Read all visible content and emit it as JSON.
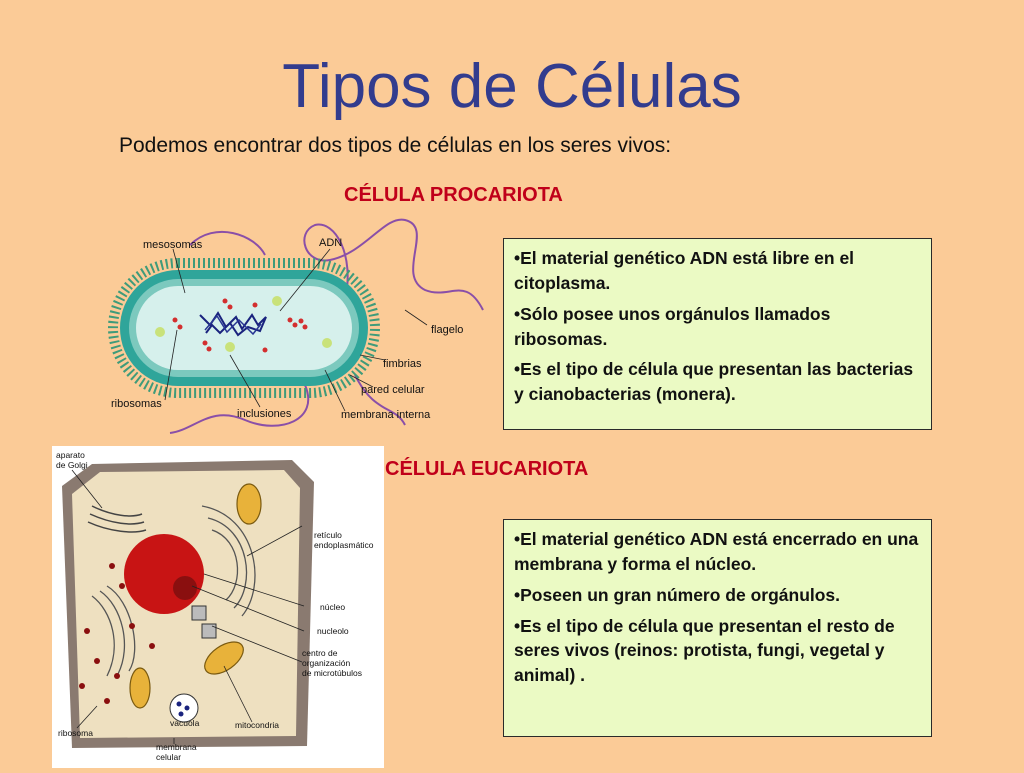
{
  "slide": {
    "title": "Tipos de Células",
    "subtitle": "Podemos encontrar dos tipos de células en los seres vivos:"
  },
  "prokaryote": {
    "heading": "CÉLULA PROCARIOTA",
    "points": [
      "•El material genético ADN está libre en el citoplasma.",
      "•Sólo posee unos orgánulos llamados ribosomas.",
      "•Es el tipo de célula que presentan las bacterias y cianobacterias (monera)."
    ],
    "diagram_labels": {
      "mesosomas": "mesosomas",
      "adn": "ADN",
      "flagelo": "flagelo",
      "fimbrias": "fimbrias",
      "pared": "pared celular",
      "ribosomas": "ribosomas",
      "inclusiones": "inclusiones",
      "membrana": "membrana interna"
    }
  },
  "eukaryote": {
    "heading": "CÉLULA EUCARIOTA",
    "points": [
      "•El material genético ADN está encerrado en una membrana y forma el núcleo.",
      "•Poseen un gran número de orgánulos.",
      "•Es el tipo de célula que presentan el resto de seres vivos (reinos: protista, fungi, vegetal y animal) ."
    ],
    "diagram_labels": {
      "golgi_1": "aparato",
      "golgi_2": "de Golgi",
      "reticulo_1": "retículo",
      "reticulo_2": "endoplasmático",
      "nucleo": "núcleo",
      "nucleolo": "nucleolo",
      "centro_1": "centro de",
      "centro_2": "organización",
      "centro_3": "de microtúbulos",
      "vacuola": "vacuola",
      "mitocondria": "mitocondria",
      "ribosoma": "ribosoma",
      "membrana_1": "membrana",
      "membrana_2": "celular"
    }
  },
  "colors": {
    "background": "#FBCB97",
    "title": "#323C8E",
    "heading": "#C0001A",
    "box": "#EBFAC4"
  }
}
